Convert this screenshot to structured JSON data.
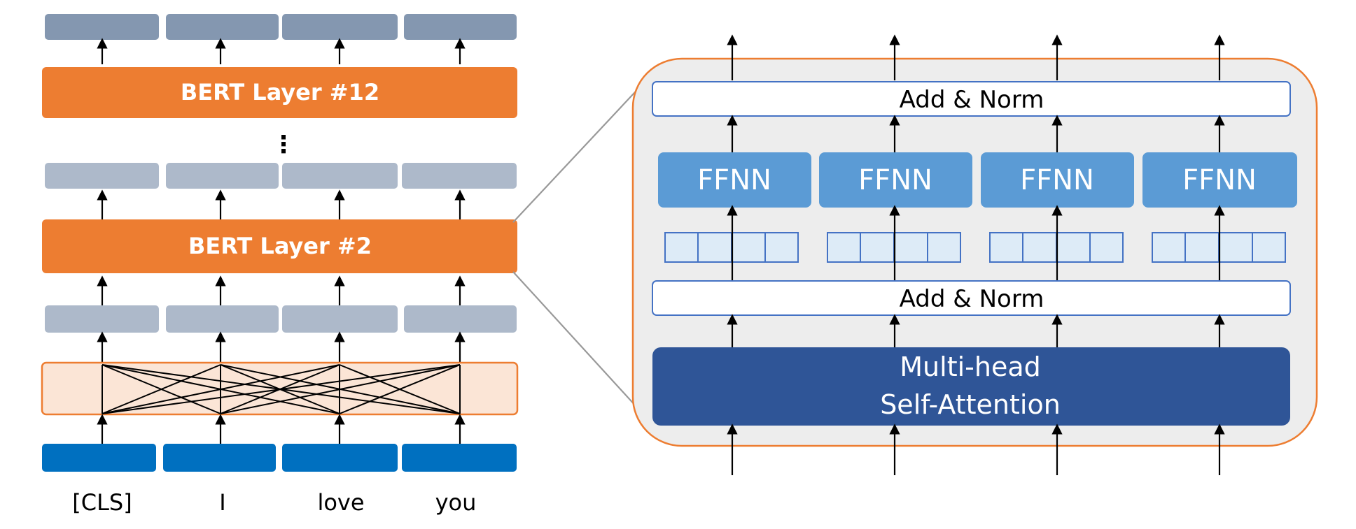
{
  "left_stack": {
    "layer_top_label": "BERT Layer #12",
    "layer_mid_label": "BERT Layer #2",
    "ellipsis": "⋮",
    "tokens": [
      "[CLS]",
      "I",
      "love",
      "you"
    ]
  },
  "detail": {
    "add_norm_top_label": "Add & Norm",
    "add_norm_bottom_label": "Add & Norm",
    "ffnn_labels": [
      "FFNN",
      "FFNN",
      "FFNN",
      "FFNN"
    ],
    "attention_line1": "Multi-head",
    "attention_line2": "Self-Attention"
  },
  "colors": {
    "orange": "#ED7D31",
    "output_dark": "#8497B0",
    "output_light": "#ADB9CA",
    "embedding_blue": "#0070C0",
    "ffnn_blue": "#5B9BD5",
    "attention_navy": "#2F5597",
    "attention_bg": "#FBE5D6",
    "panel_bg": "#EDEDED",
    "vector_fill": "#DDEBF7",
    "vector_border": "#4472C4"
  }
}
